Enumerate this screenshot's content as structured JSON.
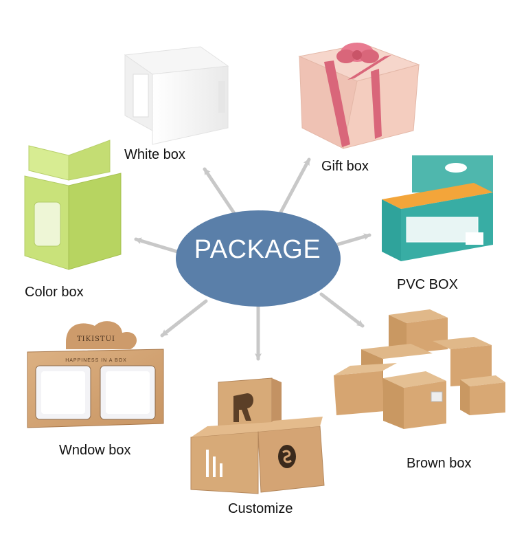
{
  "center": {
    "label": "PACKAGE",
    "fill": "#5a7fa9"
  },
  "arrow_color": "#c8c8c8",
  "items": [
    {
      "label": "White box"
    },
    {
      "label": "Gift box"
    },
    {
      "label": "Color box"
    },
    {
      "label": "PVC BOX"
    },
    {
      "label": "Wndow box"
    },
    {
      "label": "Customize"
    },
    {
      "label": "Brown box"
    }
  ],
  "window_box": {
    "brand": "TIKISTUI",
    "tagline": "HAPPINESS IN A BOX"
  },
  "colors": {
    "kraft": "#d2a575",
    "kraft_dark": "#b98a5c",
    "lime": "#c9e27a",
    "teal": "#2fa39b",
    "orange": "#f3a53a",
    "gift_pink": "#efc2b4",
    "ribbon": "#d9667a"
  }
}
